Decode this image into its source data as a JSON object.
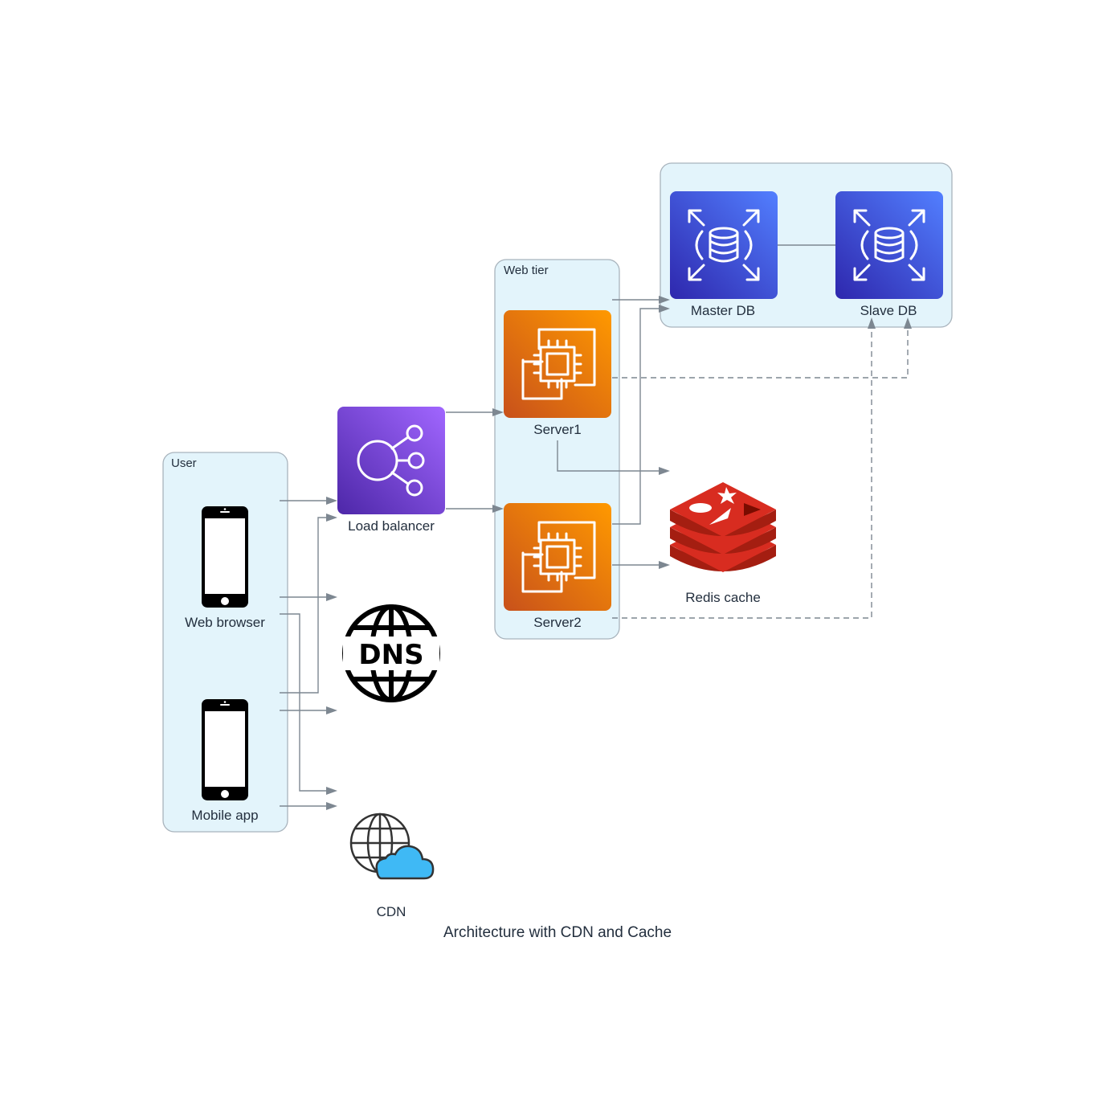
{
  "diagram": {
    "title": "Architecture with CDN and Cache",
    "clusters": {
      "user": "User",
      "web_tier": "Web tier",
      "database": ""
    },
    "nodes": {
      "web_browser": "Web browser",
      "mobile_app": "Mobile app",
      "load_balancer": "Load balancer",
      "dns": "DNS",
      "cdn": "CDN",
      "server1": "Server1",
      "server2": "Server2",
      "redis_cache": "Redis cache",
      "master_db": "Master DB",
      "slave_db": "Slave DB"
    },
    "icons": {
      "web_browser": "mobile-phone-icon",
      "mobile_app": "mobile-phone-icon",
      "load_balancer": "elastic-load-balancing-icon",
      "dns": "dns-globe-icon",
      "cdn": "globe-cloud-icon",
      "server1": "ec2-instance-icon",
      "server2": "ec2-instance-icon",
      "redis_cache": "redis-icon",
      "master_db": "rds-database-icon",
      "slave_db": "rds-database-icon"
    },
    "colors": {
      "cluster_fill": "#e3f4fb",
      "cluster_stroke": "#a9b4bd",
      "edge": "#7d8791",
      "load_balancer": "#8c4fff",
      "ec2": "#ed7100",
      "rds": "#3b48cc",
      "redis": "#d82c20",
      "cdn_cloud": "#3fb9f5"
    },
    "edges": [
      {
        "from": "web_browser",
        "to": "load_balancer",
        "style": "solid"
      },
      {
        "from": "web_browser",
        "to": "dns",
        "style": "solid"
      },
      {
        "from": "web_browser",
        "to": "cdn",
        "style": "solid"
      },
      {
        "from": "mobile_app",
        "to": "load_balancer",
        "style": "solid"
      },
      {
        "from": "mobile_app",
        "to": "dns",
        "style": "solid"
      },
      {
        "from": "mobile_app",
        "to": "cdn",
        "style": "solid"
      },
      {
        "from": "load_balancer",
        "to": "server1",
        "style": "solid"
      },
      {
        "from": "load_balancer",
        "to": "server2",
        "style": "solid"
      },
      {
        "from": "server1",
        "to": "master_db",
        "style": "solid"
      },
      {
        "from": "server1",
        "to": "redis_cache",
        "style": "solid"
      },
      {
        "from": "server1",
        "to": "slave_db",
        "style": "dashed"
      },
      {
        "from": "server2",
        "to": "master_db",
        "style": "solid"
      },
      {
        "from": "server2",
        "to": "redis_cache",
        "style": "solid"
      },
      {
        "from": "server2",
        "to": "slave_db",
        "style": "dashed"
      },
      {
        "from": "master_db",
        "to": "slave_db",
        "style": "solid"
      }
    ]
  }
}
